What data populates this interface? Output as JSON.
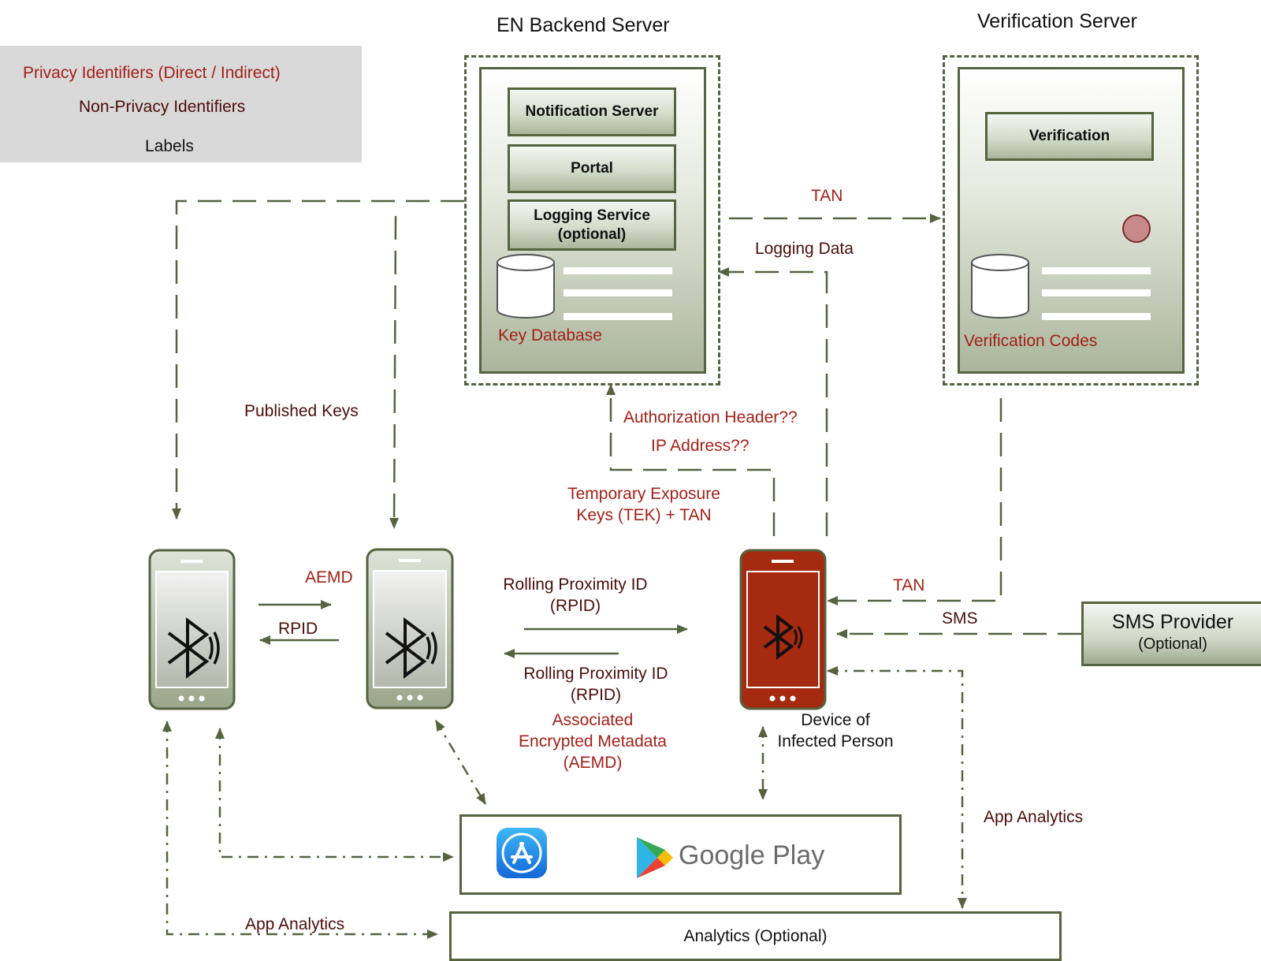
{
  "legend": {
    "privacy": "Privacy Identifiers (Direct / Indirect)",
    "non_privacy": "Non-Privacy Identifiers",
    "labels": "Labels"
  },
  "backend": {
    "title": "EN Backend Server",
    "notification": "Notification Server",
    "portal": "Portal",
    "logging_line1": "Logging Service",
    "logging_line2": "(optional)",
    "key_db": "Key Database"
  },
  "verification": {
    "title": "Verification Server",
    "component": "Verification",
    "codes": "Verification Codes"
  },
  "sms": {
    "title": "SMS Provider",
    "subtitle": "(Optional)"
  },
  "labels": {
    "tan_top": "TAN",
    "logging_data": "Logging Data",
    "published_keys": "Published Keys",
    "auth_header": "Authorization Header??",
    "ip_address": "IP Address??",
    "tek_line1": "Temporary Exposure",
    "tek_line2": "Keys (TEK) + TAN",
    "aemd_short": "AEMD",
    "rpid_short": "RPID",
    "rpid_top_line1": "Rolling Proximity ID",
    "rpid_top_line2": "(RPID)",
    "rpid_bottom_line1": "Rolling Proximity ID",
    "rpid_bottom_line2": "(RPID)",
    "aemd_line1": "Associated",
    "aemd_line2": "Encrypted Metadata",
    "aemd_line3": "(AEMD)",
    "infected_line1": "Device of",
    "infected_line2": "Infected Person",
    "tan_right": "TAN",
    "sms": "SMS",
    "app_analytics_right": "App Analytics",
    "app_analytics_bottom": "App Analytics"
  },
  "store": {
    "google_play": "Google Play"
  },
  "analytics": {
    "label": "Analytics (Optional)"
  },
  "colors": {
    "line": "#55633f",
    "privacy_text": "#a42018",
    "non_privacy_text": "#4a0e0a",
    "infected_phone": "#a52a0f"
  },
  "icons": [
    "bluetooth-icon",
    "app-store-icon",
    "google-play-icon",
    "database-icon"
  ]
}
